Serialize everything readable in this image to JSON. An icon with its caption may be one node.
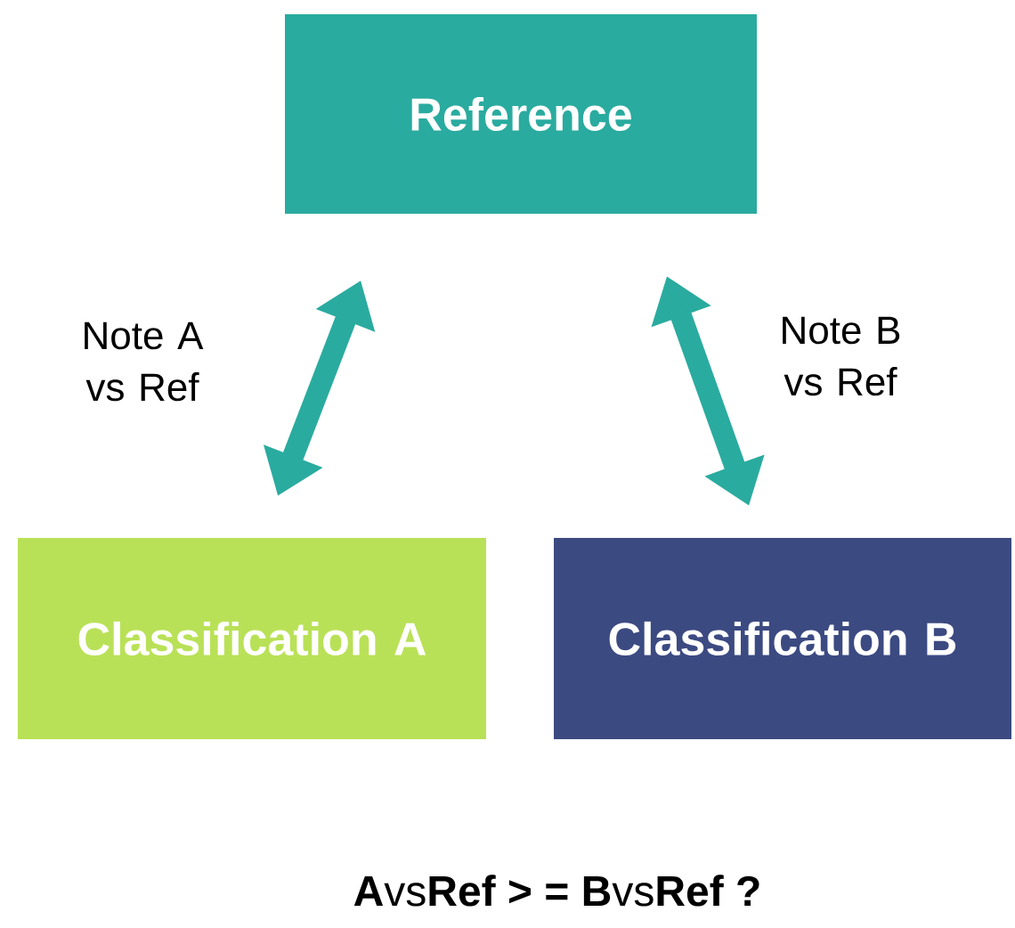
{
  "diagram": {
    "nodes": [
      {
        "text": [
          "Reference"
        ]
      },
      {
        "text": [
          "Classification A"
        ]
      },
      {
        "text": [
          "Classification B"
        ]
      }
    ],
    "edges": [
      {
        "from": 1,
        "to": 0,
        "arrow": "both",
        "label": "Note A vs Ref"
      },
      {
        "from": 2,
        "to": 0,
        "arrow": "both",
        "label": "Note B vs Ref"
      }
    ],
    "labels": [
      "**A**vs**Ref  > = B**vs**Ref ?**"
    ]
  }
}
